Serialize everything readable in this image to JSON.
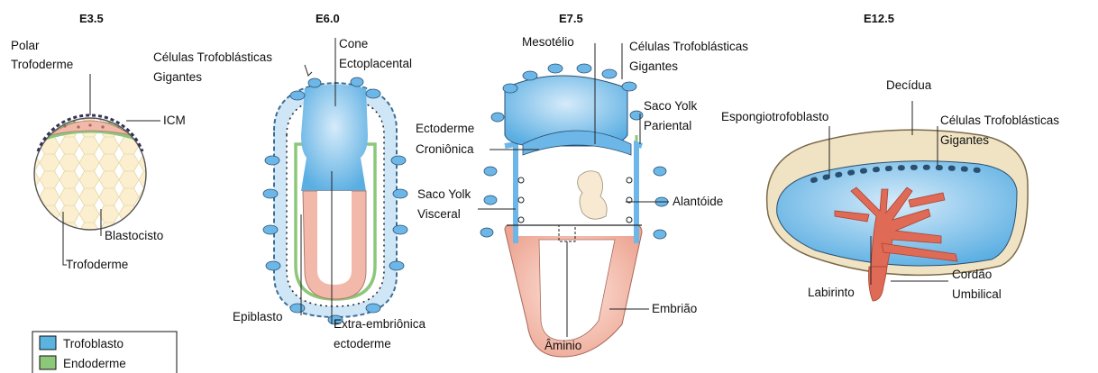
{
  "stages": {
    "e35": "E3.5",
    "e60": "E6.0",
    "e75": "E7.5",
    "e125": "E12.5"
  },
  "labels": {
    "e35": {
      "polar_1": "Polar",
      "polar_2": "Trofoderme",
      "icm": "ICM",
      "blastocisto": "Blastocisto",
      "trofoderme": "Trofoderme"
    },
    "e60": {
      "celulas_1": "Células Trofoblásticas",
      "celulas_2": "Gigantes",
      "cone_1": "Cone",
      "cone_2": "Ectoplacental",
      "epiblasto": "Epiblasto",
      "extra_1": "Extra-embriônica",
      "extra_2": "ectoderme"
    },
    "e75": {
      "mesotelio": "Mesotélio",
      "celulas_1": "Células Trofoblásticas",
      "celulas_2": "Gigantes",
      "saco_parental_1": "Saco Yolk",
      "saco_parental_2": "Pariental",
      "ecto_1": "Ectoderme",
      "ecto_2": "Croniônica",
      "saco_visceral_1": "Saco Yolk",
      "saco_visceral_2": "Visceral",
      "alantoide": "Alantóide",
      "embriao": "Embrião",
      "aminio": "Âminio"
    },
    "e125": {
      "decidua": "Decídua",
      "espongio": "Espongiotrofoblasto",
      "celulas_1": "Células Trofoblásticas",
      "celulas_2": "Gigantes",
      "labirinto": "Labirinto",
      "cordao_1": "Cordão",
      "cordao_2": "Umbilical"
    }
  },
  "legend": {
    "items": [
      {
        "label": "Trofoblasto",
        "color": "#5bb4e0"
      },
      {
        "label": "Endoderme",
        "color": "#8cc77a"
      }
    ]
  },
  "colors": {
    "trophoblast": "#6cb7e8",
    "trophoblast_light": "#cfe6f7",
    "endoderm": "#8cc77a",
    "epiblast": "#f2b9aa",
    "blastocoel": "#fbefcf",
    "decidua": "#f0e3c3",
    "labyrinth": "#df6a55"
  }
}
